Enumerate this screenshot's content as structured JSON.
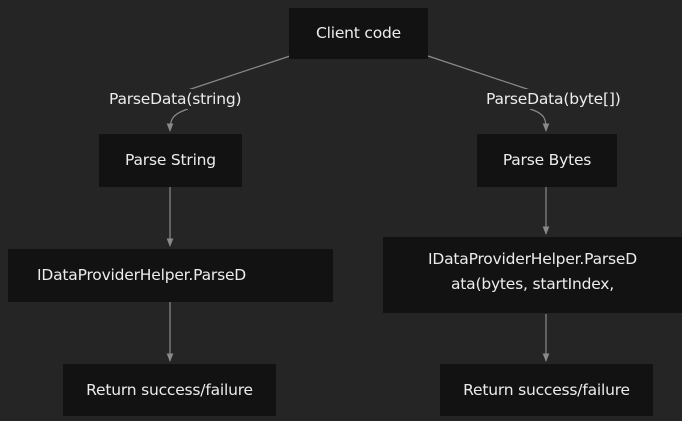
{
  "diagram": {
    "theme": {
      "background": "#252525",
      "node_fill": "#121212",
      "text_color": "#ececec",
      "edge_color": "#8a8a8a"
    },
    "nodes": {
      "client": {
        "label": "Client code"
      },
      "parse_string": {
        "label": "Parse String"
      },
      "parse_bytes": {
        "label": "Parse Bytes"
      },
      "helper_string": {
        "label": "IDataProviderHelper.ParseD"
      },
      "helper_bytes": {
        "label": "IDataProviderHelper.ParseD\nata(bytes, startIndex,"
      },
      "return_string": {
        "label": "Return success/failure"
      },
      "return_bytes": {
        "label": "Return success/failure"
      }
    },
    "edge_labels": {
      "client_to_string": "ParseData(string)",
      "client_to_bytes": "ParseData(byte[])"
    }
  }
}
